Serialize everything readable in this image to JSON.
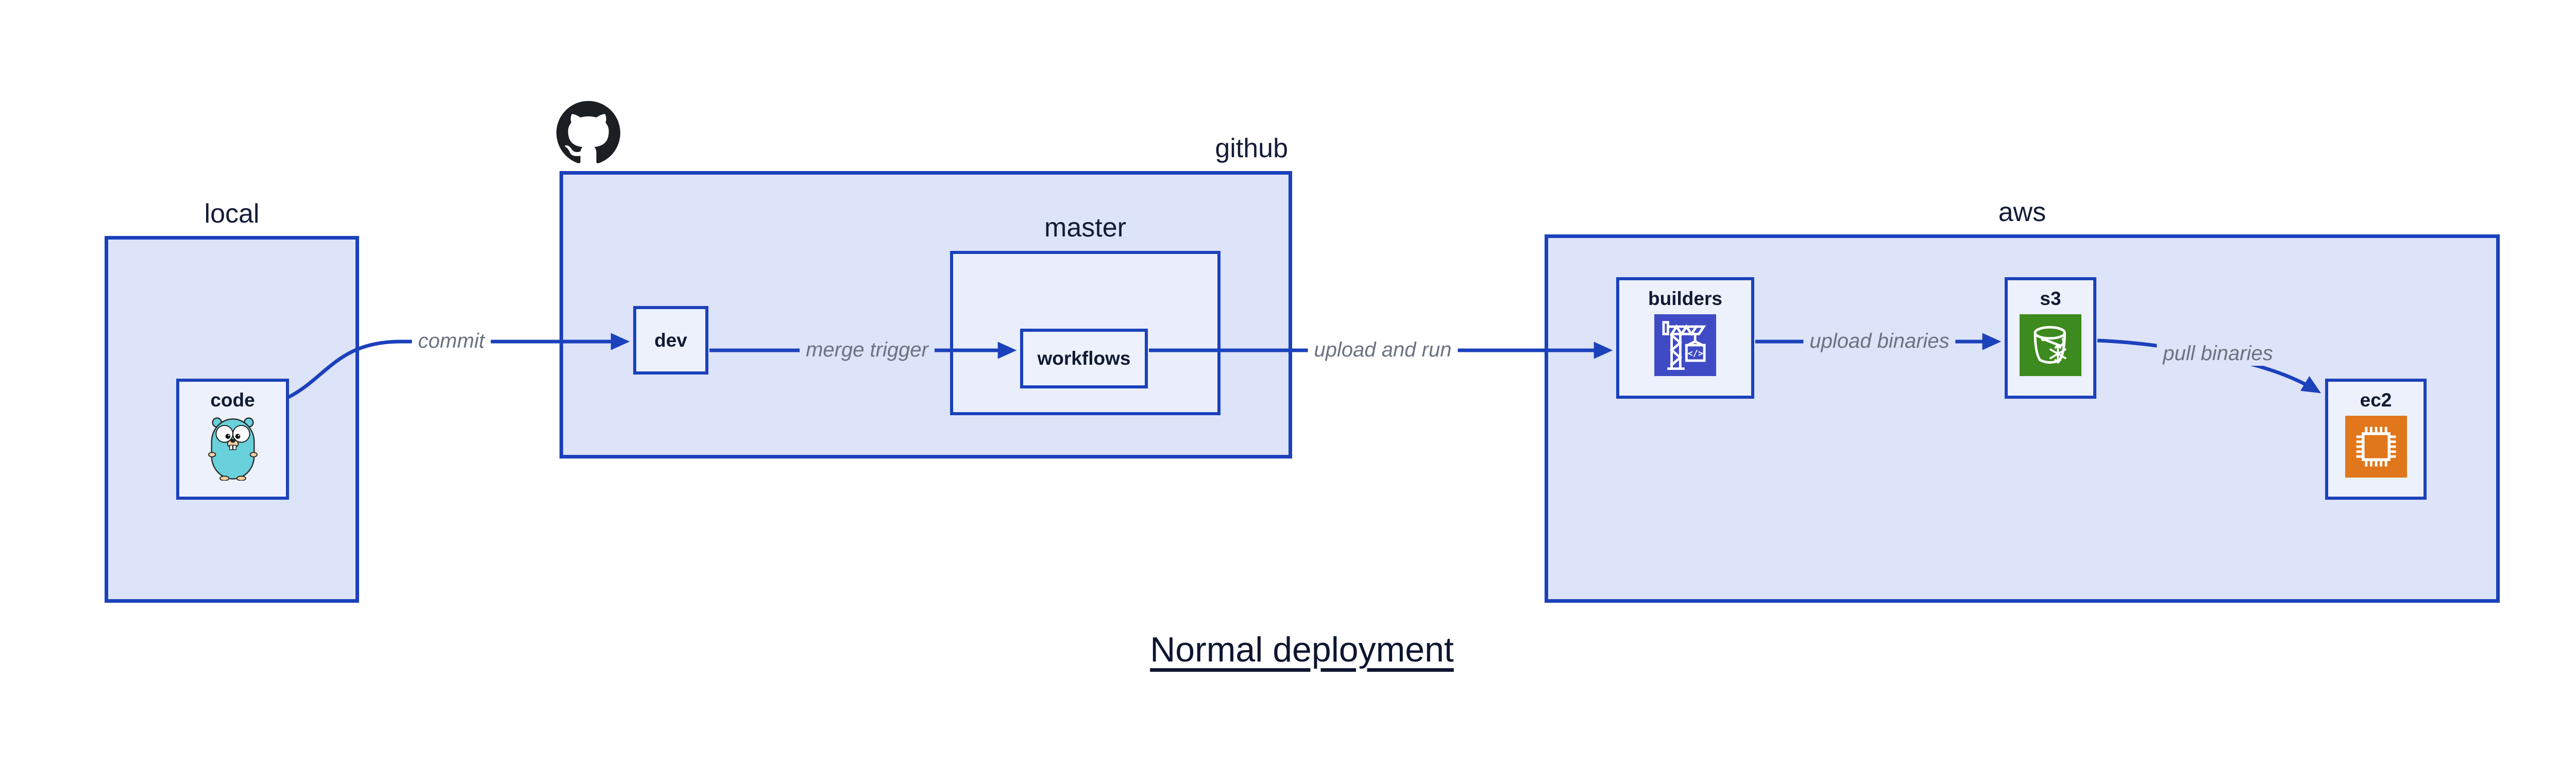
{
  "title": "Normal deployment",
  "groups": {
    "local": {
      "label": "local"
    },
    "github": {
      "label": "github"
    },
    "master": {
      "label": "master"
    },
    "aws": {
      "label": "aws"
    }
  },
  "nodes": {
    "code": {
      "label": "code"
    },
    "dev": {
      "label": "dev"
    },
    "workflows": {
      "label": "workflows"
    },
    "builders": {
      "label": "builders"
    },
    "s3": {
      "label": "s3"
    },
    "ec2": {
      "label": "ec2"
    }
  },
  "edges": [
    {
      "from": "code",
      "to": "dev",
      "label": "commit"
    },
    {
      "from": "dev",
      "to": "workflows",
      "label": "merge trigger"
    },
    {
      "from": "workflows",
      "to": "builders",
      "label": "upload and run"
    },
    {
      "from": "builders",
      "to": "s3",
      "label": "upload binaries"
    },
    {
      "from": "s3",
      "to": "ec2",
      "label": "pull binaries"
    }
  ],
  "icons": {
    "octocat": {
      "name": "github-octocat-icon"
    },
    "gopher": {
      "name": "go-gopher-icon"
    },
    "codebuild": {
      "name": "crane-codebuild-icon",
      "glyph": "</>"
    },
    "s3": {
      "name": "bucket-snowflake-icon"
    },
    "ec2": {
      "name": "cpu-chip-icon"
    }
  },
  "colors": {
    "border_blue": "#1b41bb",
    "group_fill": "#dde3f8",
    "node_fill": "#edf1fb",
    "master_fill": "#e9eefa",
    "edge_label_gray": "#6b7280",
    "text_dark": "#111a33",
    "title_dark": "#0d1530",
    "octocat_black": "#1b1f23",
    "codebuild_bg": "#3f4bc5",
    "s3_bg": "#3d8a1e",
    "ec2_bg": "#e0771c",
    "gopher_teal": "#68d1dc",
    "gopher_tan": "#f6d0a0"
  }
}
